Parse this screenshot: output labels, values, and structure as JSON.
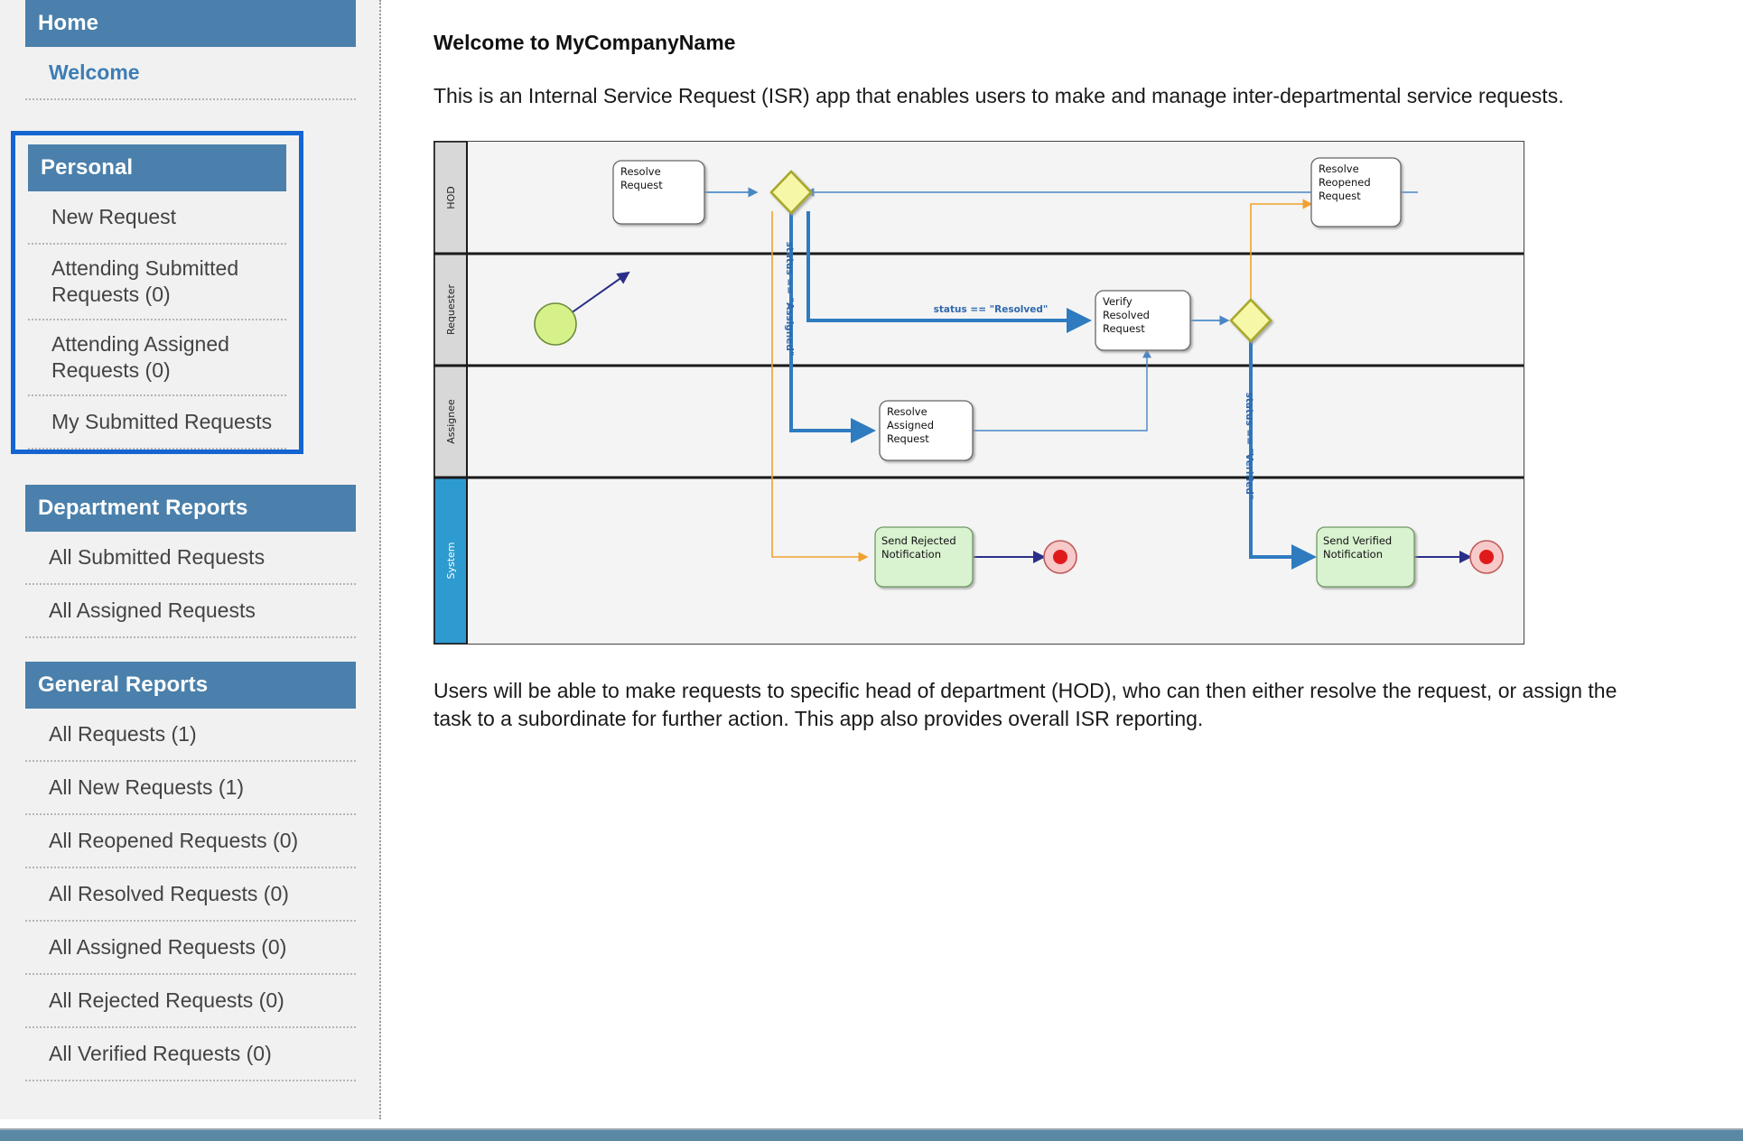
{
  "sidebar": {
    "groups": [
      {
        "name": "home",
        "title": "Home",
        "focused": false,
        "items": [
          {
            "label": "Welcome",
            "style": "link"
          }
        ]
      },
      {
        "name": "personal",
        "title": "Personal",
        "focused": true,
        "items": [
          {
            "label": "New Request",
            "style": "plain"
          },
          {
            "label": "Attending Submitted Requests (0)",
            "style": "plain"
          },
          {
            "label": "Attending Assigned Requests (0)",
            "style": "plain"
          },
          {
            "label": "My Submitted Requests",
            "style": "plain"
          }
        ]
      },
      {
        "name": "department-reports",
        "title": "Department Reports",
        "focused": false,
        "items": [
          {
            "label": "All Submitted Requests",
            "style": "plain"
          },
          {
            "label": "All Assigned Requests",
            "style": "plain"
          }
        ]
      },
      {
        "name": "general-reports",
        "title": "General Reports",
        "focused": false,
        "items": [
          {
            "label": "All Requests (1)",
            "style": "plain"
          },
          {
            "label": "All New Requests (1)",
            "style": "plain"
          },
          {
            "label": "All Reopened Requests (0)",
            "style": "plain"
          },
          {
            "label": "All Resolved Requests (0)",
            "style": "plain"
          },
          {
            "label": "All Assigned Requests (0)",
            "style": "plain"
          },
          {
            "label": "All Rejected Requests (0)",
            "style": "plain"
          },
          {
            "label": "All Verified Requests (0)",
            "style": "plain"
          }
        ]
      }
    ]
  },
  "main": {
    "title": "Welcome to MyCompanyName",
    "intro": "This is an Internal Service Request (ISR) app that enables users to make and manage inter-departmental service requests.",
    "outro": "Users will be able to make requests to specific head of department (HOD), who can then either resolve the request, or assign the task to a subordinate for further action. This app also provides overall ISR reporting."
  },
  "diagram": {
    "type": "bpmn-swimlane",
    "lanes": [
      {
        "name": "HOD",
        "label": "HOD",
        "header_color": "#d8d8d8"
      },
      {
        "name": "Requester",
        "label": "Requester",
        "header_color": "#d8d8d8"
      },
      {
        "name": "Assignee",
        "label": "Assignee",
        "header_color": "#d8d8d8"
      },
      {
        "name": "System",
        "label": "System",
        "header_color": "#2e9bd0"
      }
    ],
    "nodes": [
      {
        "id": "start",
        "type": "start-event",
        "lane": "Requester",
        "label": "",
        "color": "#d6f08a"
      },
      {
        "id": "resolve-request",
        "type": "task",
        "lane": "HOD",
        "label": "Resolve\nRequest",
        "color": "#ffffff"
      },
      {
        "id": "gw1",
        "type": "gateway",
        "lane": "HOD",
        "label": "",
        "color": "#f7f7a8"
      },
      {
        "id": "resolve-reopened",
        "type": "task",
        "lane": "HOD",
        "label": "Resolve\nReopened\nRequest",
        "color": "#ffffff"
      },
      {
        "id": "verify-resolved",
        "type": "task",
        "lane": "Requester",
        "label": "Verify\nResolved\nRequest",
        "color": "#ffffff"
      },
      {
        "id": "gw2",
        "type": "gateway",
        "lane": "Requester",
        "label": "",
        "color": "#f7f7a8"
      },
      {
        "id": "resolve-assigned",
        "type": "task",
        "lane": "Assignee",
        "label": "Resolve\nAssigned\nRequest",
        "color": "#ffffff"
      },
      {
        "id": "send-rejected",
        "type": "task",
        "lane": "System",
        "label": "Send Rejected\nNotification",
        "color": "#d9f2d0"
      },
      {
        "id": "end-rejected",
        "type": "end-event",
        "lane": "System",
        "label": "",
        "color": "#f7c9c9"
      },
      {
        "id": "send-verified",
        "type": "task",
        "lane": "System",
        "label": "Send Verified\nNotification",
        "color": "#d9f2d0"
      },
      {
        "id": "end-verified",
        "type": "end-event",
        "lane": "System",
        "label": "",
        "color": "#f7c9c9"
      }
    ],
    "flow_labels": [
      {
        "id": "lbl-assigned",
        "text": "status == \"Assigned\"",
        "orientation": "vertical",
        "color": "#2f68ad"
      },
      {
        "id": "lbl-resolved",
        "text": "status == \"Resolved\"",
        "orientation": "horizontal",
        "color": "#2f68ad"
      },
      {
        "id": "lbl-verified",
        "text": "status == \"Verified\"",
        "orientation": "vertical",
        "color": "#2f68ad"
      }
    ],
    "colors": {
      "flow_blue": "#2f7bc0",
      "flow_orange": "#f0a12e",
      "flow_navy": "#2b2f88",
      "lane_bg": "#f4f4f4",
      "lane_border": "#1a1a1a"
    }
  }
}
